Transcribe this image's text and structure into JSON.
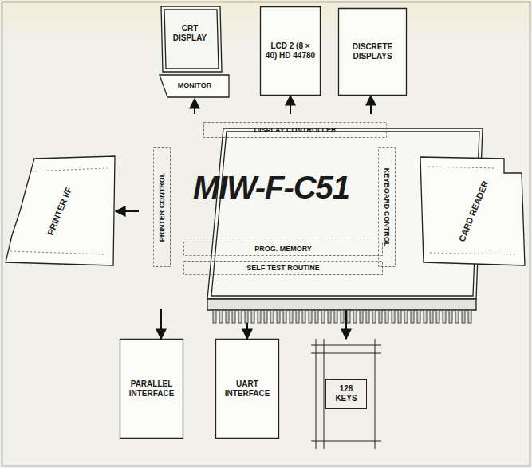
{
  "diagram": {
    "nodes": [
      {
        "text": [
          "CRT DISPLAY",
          "MONITOR"
        ]
      },
      {
        "text": [
          "LCD 2 (8 × 40) HD 44780"
        ]
      },
      {
        "text": [
          "DISCRETE DISPLAYS"
        ]
      },
      {
        "text": [
          "PRINTER I/F"
        ]
      },
      {
        "text": [
          "MIW-F-C51"
        ]
      },
      {
        "text": [
          "DISPLAY CONTROLLER"
        ],
        "in": 4
      },
      {
        "text": [
          "PRINTER CONTROL"
        ],
        "in": 4
      },
      {
        "text": [
          "KEYBOARD CONTROL"
        ],
        "in": 4
      },
      {
        "text": [
          "PROG. MEMORY"
        ],
        "in": 4
      },
      {
        "text": [
          "SELF TEST ROUTINE"
        ],
        "in": 4
      },
      {
        "text": [
          "CARD READER"
        ]
      },
      {
        "text": [
          "PARALLEL INTERFACE"
        ]
      },
      {
        "text": [
          "UART INTERFACE"
        ]
      },
      {
        "text": [
          "128 KEYS"
        ]
      }
    ],
    "edges": [
      {
        "from": 4,
        "to": 0,
        "arrow": "to"
      },
      {
        "from": 4,
        "to": 1,
        "arrow": "to"
      },
      {
        "from": 4,
        "to": 2,
        "arrow": "to"
      },
      {
        "from": 4,
        "to": 3,
        "arrow": "to"
      },
      {
        "from": 4,
        "to": 10,
        "arrow": "to"
      },
      {
        "from": 4,
        "to": 11,
        "arrow": "to"
      },
      {
        "from": 4,
        "to": 12,
        "arrow": "to"
      },
      {
        "from": 4,
        "to": 13,
        "arrow": "to"
      }
    ]
  }
}
